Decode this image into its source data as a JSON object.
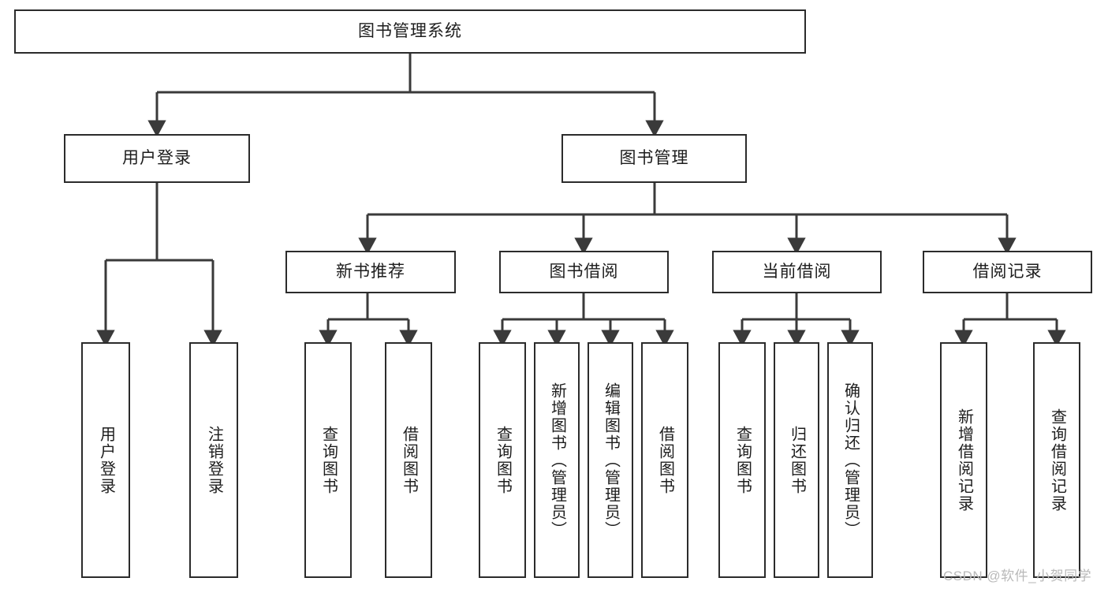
{
  "diagram": {
    "type": "tree",
    "title": "图书管理系统",
    "watermark": "CSDN @软件_小贺同学",
    "colors": {
      "box_border": "#2b2b2b",
      "box_fill": "#ffffff",
      "line": "#3a3a3a",
      "text": "#1d1d1d",
      "watermark": "#b9b9b9",
      "background": "#ffffff"
    },
    "nodes": {
      "root": {
        "label": "图书管理系统"
      },
      "level2": [
        {
          "id": "user-login",
          "label": "用户登录"
        },
        {
          "id": "book-manage",
          "label": "图书管理"
        }
      ],
      "level3": [
        {
          "id": "new-book-recommend",
          "label": "新书推荐"
        },
        {
          "id": "book-borrow",
          "label": "图书借阅"
        },
        {
          "id": "current-borrow",
          "label": "当前借阅"
        },
        {
          "id": "borrow-record",
          "label": "借阅记录"
        }
      ],
      "leaves": [
        {
          "id": "leaf-user-login",
          "label": "用户登录",
          "parent": "user-login"
        },
        {
          "id": "leaf-logout-login",
          "label": "注销登录",
          "parent": "user-login"
        },
        {
          "id": "leaf-query-book-1",
          "label": "查询图书",
          "parent": "new-book-recommend"
        },
        {
          "id": "leaf-borrow-book-1",
          "label": "借阅图书",
          "parent": "new-book-recommend"
        },
        {
          "id": "leaf-query-book-2",
          "label": "查询图书",
          "parent": "book-borrow"
        },
        {
          "id": "leaf-add-book",
          "label": "新增图书（管理员）",
          "parent": "book-borrow"
        },
        {
          "id": "leaf-edit-book",
          "label": "编辑图书（管理员）",
          "parent": "book-borrow"
        },
        {
          "id": "leaf-borrow-book-2",
          "label": "借阅图书",
          "parent": "book-borrow"
        },
        {
          "id": "leaf-query-book-3",
          "label": "查询图书",
          "parent": "current-borrow"
        },
        {
          "id": "leaf-return-book",
          "label": "归还图书",
          "parent": "current-borrow"
        },
        {
          "id": "leaf-confirm-return",
          "label": "确认归还（管理员）",
          "parent": "current-borrow"
        },
        {
          "id": "leaf-add-record",
          "label": "新增借阅记录",
          "parent": "borrow-record"
        },
        {
          "id": "leaf-query-record",
          "label": "查询借阅记录",
          "parent": "borrow-record"
        }
      ]
    }
  }
}
